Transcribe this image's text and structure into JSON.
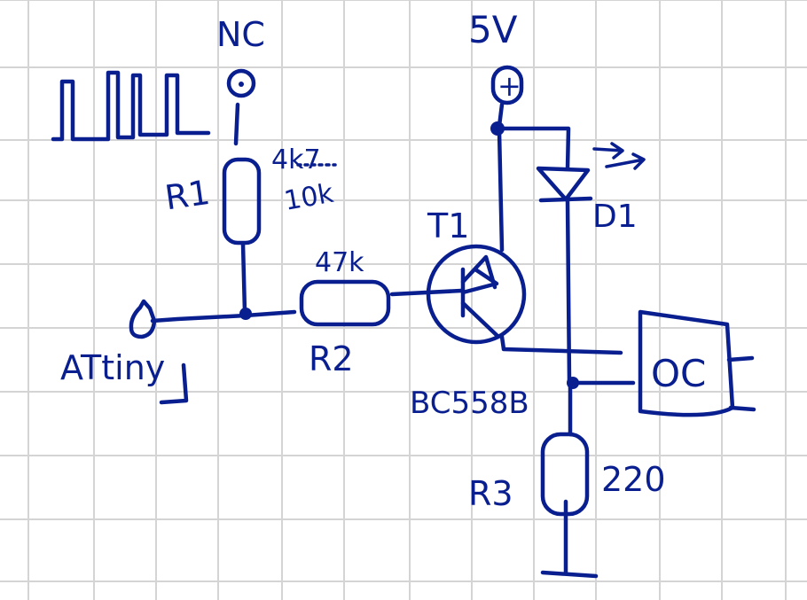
{
  "colors": {
    "ink": "#0a1f8f",
    "grid": "#d4d4d4",
    "paper": "#ffffff"
  },
  "labels": {
    "nc": "NC",
    "supply": "5V",
    "plus": "+",
    "r1_name": "R1",
    "r1_value_a": "4k7",
    "r1_value_b": "10k",
    "r2_value": "47k",
    "r2_name": "R2",
    "t1_name": "T1",
    "transistor_part": "BC558B",
    "d1_name": "D1",
    "oc_block": "OC",
    "r3_name": "R3",
    "r3_value": "220",
    "input_pin": "ATtiny"
  }
}
